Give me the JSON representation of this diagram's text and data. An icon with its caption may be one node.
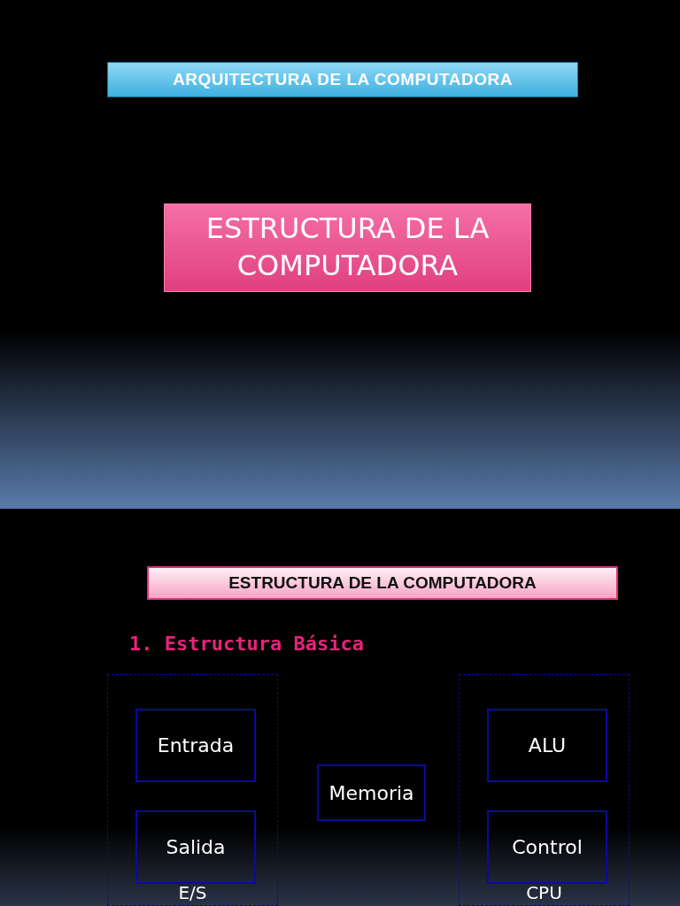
{
  "diagram": {
    "nodes": [
      {
        "text": [
          "ARQUITECTURA DE LA COMPUTADORA"
        ]
      },
      {
        "text": [
          "ESTRUCTURA DE LA COMPUTADORA"
        ]
      },
      {
        "text": [
          "ESTRUCTURA DE LA COMPUTADORA"
        ]
      },
      {
        "text": [
          "E/S"
        ]
      },
      {
        "text": [
          "Entrada"
        ],
        "in": 3
      },
      {
        "text": [
          "Salida"
        ],
        "in": 3
      },
      {
        "text": [
          "Memoria"
        ]
      },
      {
        "text": [
          "CPU"
        ]
      },
      {
        "text": [
          "ALU"
        ],
        "in": 7
      },
      {
        "text": [
          "Control"
        ],
        "in": 7
      }
    ],
    "labels": [
      "1. Estructura Básica"
    ]
  }
}
